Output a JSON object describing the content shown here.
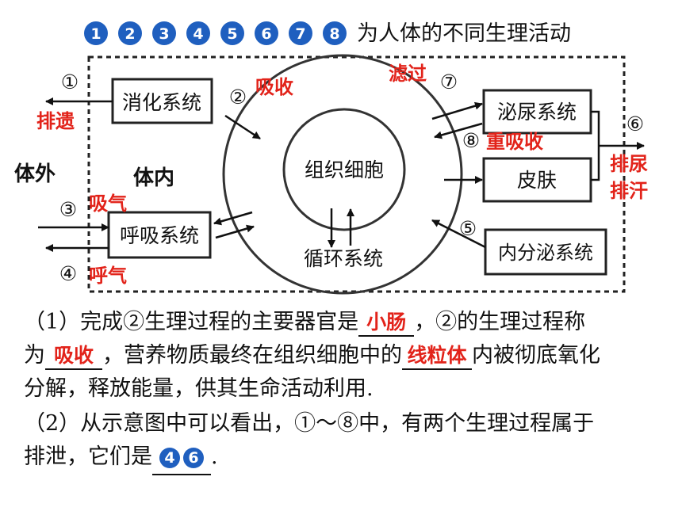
{
  "header": {
    "numbers": [
      "1",
      "2",
      "3",
      "4",
      "5",
      "6",
      "7",
      "8"
    ],
    "caption": "为人体的不同生理活动"
  },
  "diagram": {
    "outside_label": "体外",
    "inside_label": "体内",
    "center_label": "组织细胞",
    "circulation_label": "循环系统",
    "systems": {
      "digestive": "消化系统",
      "respiratory": "呼吸系统",
      "urinary": "泌尿系统",
      "skin": "皮肤",
      "endocrine": "内分泌系统"
    },
    "markers": {
      "m1": "①",
      "m2": "②",
      "m3": "③",
      "m4": "④",
      "m5": "⑤",
      "m6": "⑥",
      "m7": "⑦",
      "m8": "⑧"
    },
    "red_labels": {
      "egestion": "排遗",
      "absorb": "吸收",
      "filter": "滤过",
      "reabsorb": "重吸收",
      "urinate": "排尿",
      "sweat": "排汗",
      "inhale": "吸气",
      "exhale": "呼气"
    },
    "colors": {
      "red": "#e2231a",
      "blue": "#1f5fbf"
    }
  },
  "questions": {
    "q1_line1_a": "（1）完成②生理过程的主要器官是",
    "q1_ans1": "小肠",
    "q1_line1_b": "，②的生理过程称",
    "q1_line2_a": "为",
    "q1_ans2": "吸收",
    "q1_line2_b": "，营养物质最终在组织细胞中的",
    "q1_ans3": "线粒体",
    "q1_line2_c": "内被彻底氧化",
    "q1_line3": "分解，释放能量，供其生命活动利用.",
    "q2_line1": "（2）从示意图中可以看出，①～⑧中，有两个生理过程属于",
    "q2_line2_a": "排泄，它们是",
    "q2_ans": [
      "4",
      "6"
    ],
    "q2_line2_b": "."
  }
}
